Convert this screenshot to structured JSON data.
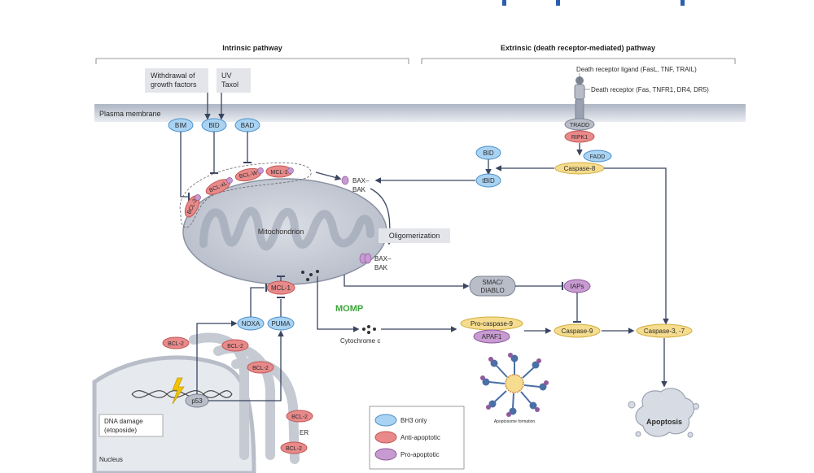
{
  "headers": {
    "intrinsic": "Intrinsic pathway",
    "extrinsic": "Extrinsic (death receptor-mediated) pathway"
  },
  "stimuli": {
    "withdrawal": [
      "Withdrawal of",
      "growth factors"
    ],
    "uv": [
      "UV",
      "Taxol"
    ]
  },
  "labels": {
    "plasma_membrane": "Plasma membrane",
    "death_ligand": "Death receptor ligand (FasL, TNF, TRAIL)",
    "death_receptor": "Death receptor (Fas, TNFR1, DR4, DR5)",
    "mitochondrion": "Mitochondrion",
    "oligomerization": "Oligomerization",
    "bax_bak_top": [
      "BAX–",
      "BAK"
    ],
    "bax_bak_bottom": [
      "BAX–",
      "BAK"
    ],
    "momp": "MOMP",
    "cytochrome": "Cytochrome c",
    "apoptosome": "Apoptosome formation",
    "apoptosis": "Apoptosis",
    "dna_damage": [
      "DNA damage",
      "(etoposide)"
    ],
    "er": "ER",
    "nucleus": "Nucleus"
  },
  "proteins": {
    "bim": "BIM",
    "bid": "BID",
    "bad": "BAD",
    "bcl2_a": "BCL-2",
    "bclxl": "BCL-xL",
    "bclw": "BCL-W",
    "mcl1_a": "MCL-1",
    "tradd": "TRADD",
    "ripk1": "RIPK1",
    "fadd": "FADD",
    "caspase8": "Caspase-8",
    "bid2": "BID",
    "tbid": "tBID",
    "mcl1_b": "MCL-1",
    "noxa": "NOXA",
    "puma": "PUMA",
    "smac": [
      "SMAC/",
      "DIABLO"
    ],
    "iaps": "IAPs",
    "procasp9": "Pro-caspase-9",
    "apaf1": "APAF1",
    "caspase9": "Caspase-9",
    "caspase37": "Caspase-3, -7",
    "p53": "p53",
    "bcl2_b": "BCL-2",
    "bcl2_c": "BCL-2",
    "bcl2_d": "BCL-2",
    "bcl2_e": "BCL-2",
    "bcl2_f": "BCL-2"
  },
  "legend": {
    "bh3": "BH3 only",
    "anti": "Anti-apoptotic",
    "pro": "Pro-apoptotic"
  },
  "colors": {
    "bh3_only": "#a9d3f2",
    "anti_apoptotic": "#e98a8a",
    "pro_apoptotic": "#c79bd1",
    "caspase": "#f5dc8e",
    "momp_label": "#3aa63a"
  }
}
